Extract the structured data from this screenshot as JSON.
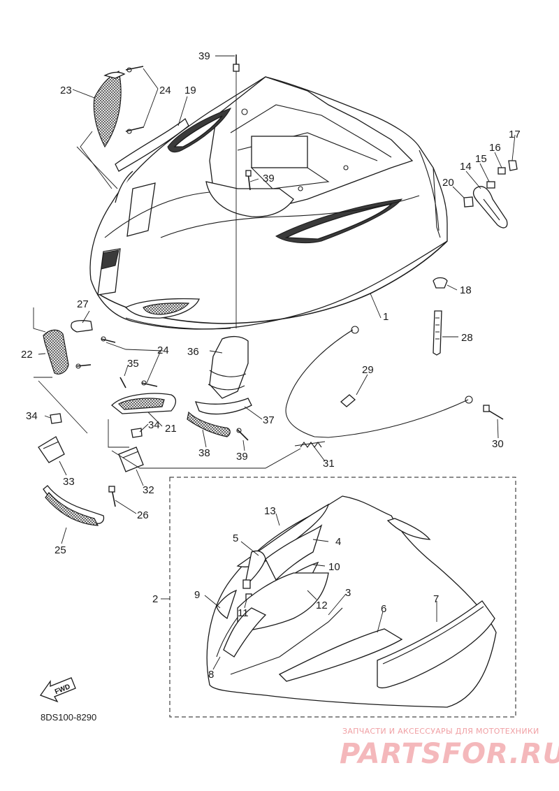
{
  "diagram": {
    "catalog_code": "8DS100-8290",
    "fwd_label": "FWD",
    "callouts": [
      "1",
      "2",
      "3",
      "4",
      "5",
      "6",
      "7",
      "8",
      "9",
      "10",
      "11",
      "12",
      "13",
      "14",
      "15",
      "16",
      "17",
      "18",
      "19",
      "20",
      "21",
      "22",
      "23",
      "24",
      "24",
      "25",
      "26",
      "27",
      "28",
      "29",
      "30",
      "31",
      "32",
      "33",
      "34",
      "34",
      "35",
      "36",
      "37",
      "38",
      "39",
      "39",
      "39"
    ]
  },
  "watermark": {
    "tagline": "ЗАПЧАСТИ И АКСЕССУАРЫ ДЛЯ МОТОТЕХНИКИ",
    "brand": "PARTSFOR.RU"
  }
}
